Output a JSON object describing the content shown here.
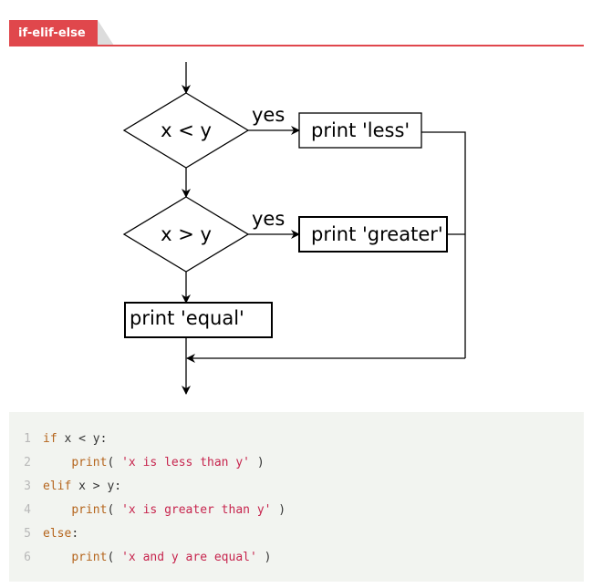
{
  "header": {
    "title": "if-elif-else"
  },
  "diagram": {
    "cond1": "x < y",
    "cond2": "x > y",
    "yes1": "yes",
    "yes2": "yes",
    "box_less": "print 'less'",
    "box_greater": "print 'greater'",
    "box_equal": "print 'equal'"
  },
  "code": {
    "lines": [
      {
        "num": "1",
        "indent": "",
        "kw": "if",
        "rest": " x < y:"
      },
      {
        "num": "2",
        "indent": "    ",
        "fn": "print",
        "open": "( ",
        "str": "'x is less than y'",
        "close": " )"
      },
      {
        "num": "3",
        "indent": "",
        "kw": "elif",
        "rest": " x > y:"
      },
      {
        "num": "4",
        "indent": "    ",
        "fn": "print",
        "open": "( ",
        "str": "'x is greater than y'",
        "close": " )"
      },
      {
        "num": "5",
        "indent": "",
        "kw": "else",
        "rest": ":"
      },
      {
        "num": "6",
        "indent": "    ",
        "fn": "print",
        "open": "( ",
        "str": "'x and y are equal'",
        "close": " )"
      }
    ]
  }
}
